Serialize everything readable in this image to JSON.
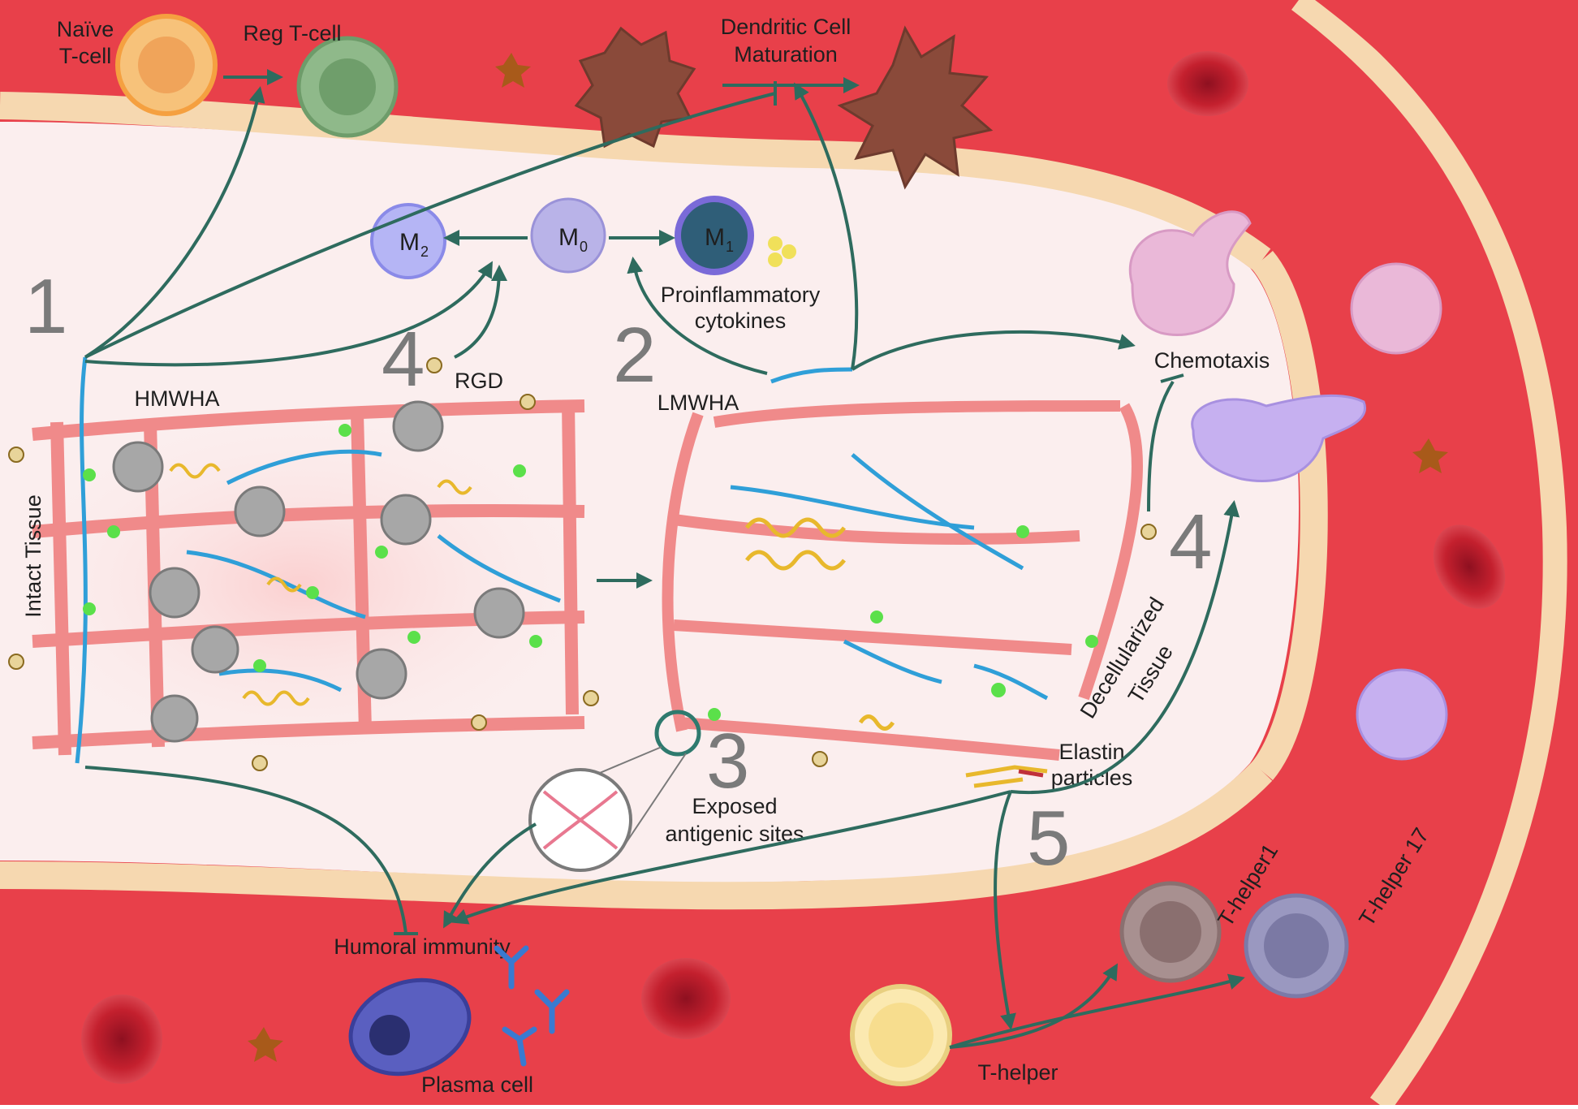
{
  "labels": {
    "naive_tcell_1": "Naïve",
    "naive_tcell_2": "T-cell",
    "reg_tcell": "Reg T-cell",
    "dc_maturation_1": "Dendritic Cell",
    "dc_maturation_2": "Maturation",
    "m2": "M",
    "m2_sub": "2",
    "m0": "M",
    "m0_sub": "0",
    "m1": "M",
    "m1_sub": "1",
    "proinflammatory_1": "Proinflammatory",
    "proinflammatory_2": "cytokines",
    "hmwha": "HMWHA",
    "rgd": "RGD",
    "lmwha": "LMWHA",
    "chemotaxis": "Chemotaxis",
    "intact_tissue": "Intact Tissue",
    "decellularized_1": "Decellularized",
    "decellularized_2": "Tissue",
    "elastin_1": "Elastin",
    "elastin_2": "particles",
    "exposed_1": "Exposed",
    "exposed_2": "antigenic sites",
    "humoral": "Humoral immunity",
    "plasma": "Plasma cell",
    "thelper": "T-helper",
    "thelper1": "T-helper1",
    "thelper17": "T-helper 17"
  },
  "numbers": {
    "n1": "1",
    "n2": "2",
    "n3": "3",
    "n4a": "4",
    "n4b": "4",
    "n5": "5"
  },
  "colors": {
    "vessel_red": "#e8404a",
    "lumen": "#fbeeee",
    "endothelium": "#f6d8b0",
    "arrow": "#2e6b5e",
    "tissue_pink": "#f08a8a",
    "ha_blue": "#2f9fd8",
    "green_dot": "#5be04a",
    "elastin_yellow": "#e8b82c"
  }
}
